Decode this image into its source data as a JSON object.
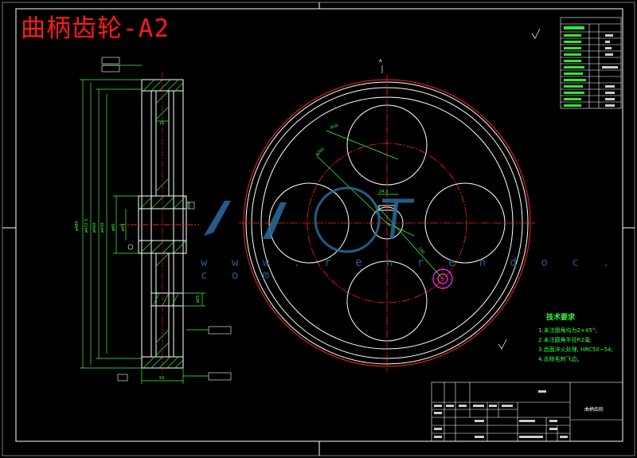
{
  "drawing": {
    "title": "曲柄齿轮-A2",
    "watermark_url": "w w w . r e n r e n d o c . c o m"
  },
  "tech_requirements": {
    "heading": "技术要求",
    "items": [
      "1.未注倒角均为2×45°;",
      "2.未注圆角半径R2毫;",
      "3.齿面淬火处理, HRC50~54;",
      "4.去除毛刺飞边。"
    ]
  },
  "title_block": {
    "part_name": "曲柄齿轮"
  },
  "colors": {
    "background": "#000000",
    "frame": "#ffffff",
    "outline": "#ffffff",
    "center_line": "#ff2020",
    "dimension": "#39ff39",
    "hatch": "#39ff39",
    "highlight": "#ff33ff",
    "watermark": "#2a6d9e"
  }
}
